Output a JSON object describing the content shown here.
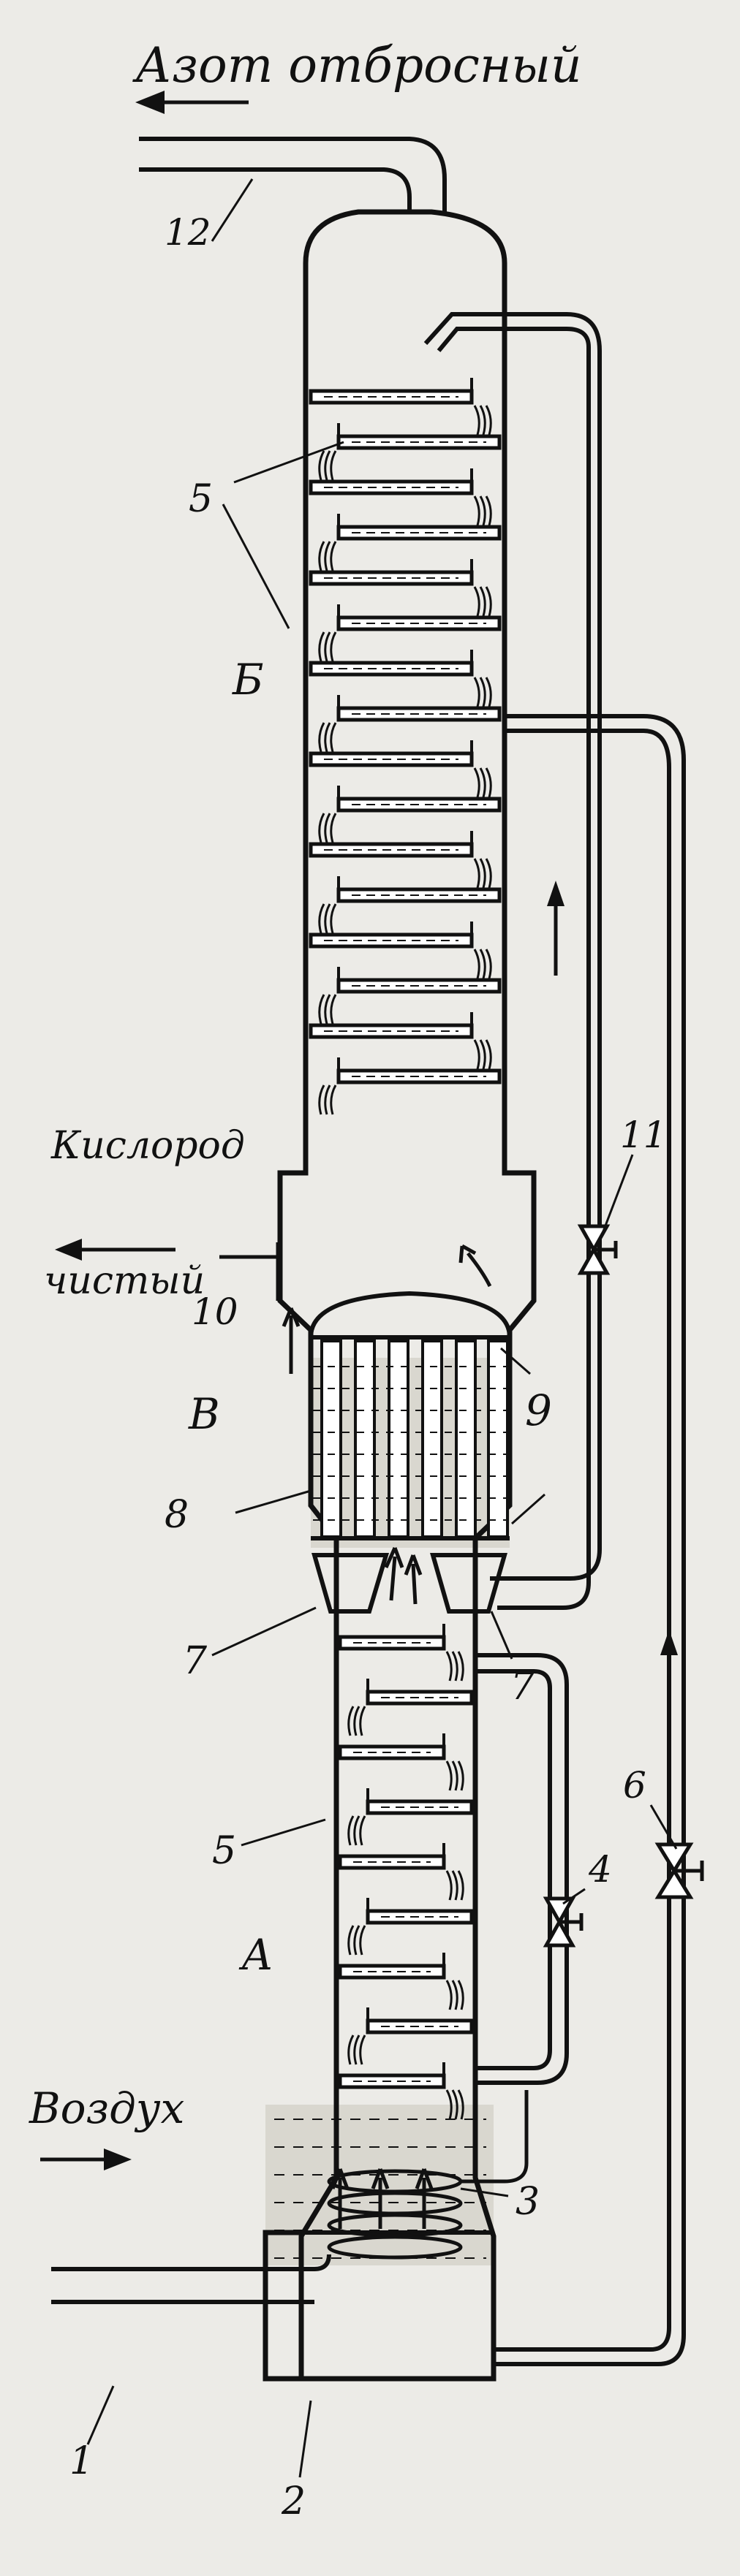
{
  "labels": {
    "nitrogen_waste": "Азот отбросный",
    "oxygen_1": "Кислород",
    "oxygen_2": "чистый",
    "air": "Воздух",
    "section_a": "А",
    "section_b": "Б",
    "section_v": "В",
    "n1": "1",
    "n2": "2",
    "n3": "3",
    "n4": "4",
    "n5_top": "5",
    "n5_bottom": "5",
    "n6": "6",
    "n7_left": "7",
    "n7_right": "7",
    "n8": "8",
    "n9": "9",
    "n10": "10",
    "n11": "11",
    "n12": "12"
  },
  "colors": {
    "ink": "#111111",
    "paper": "#ecebe7",
    "liquid": "#d9d7cf"
  }
}
